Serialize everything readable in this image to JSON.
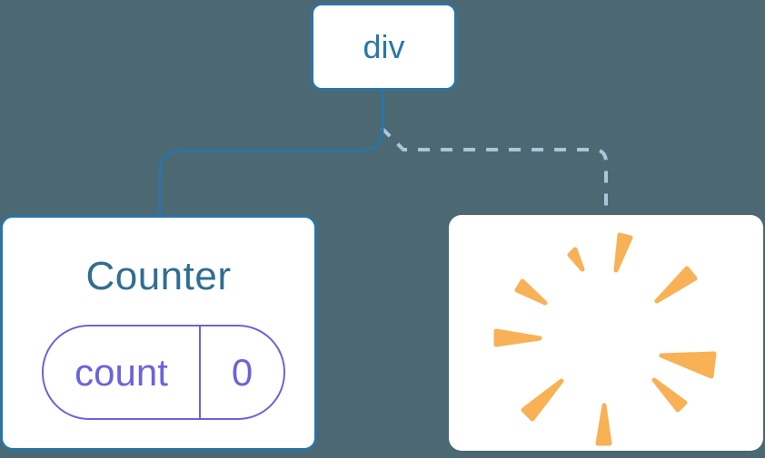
{
  "diagram": {
    "description": "Component tree: div root keeps Counter child (solid link) while second child is removed (dashed link to poof)",
    "root_label": "div",
    "counter": {
      "title": "Counter",
      "state_key": "count",
      "state_value": "0"
    },
    "removed": {
      "icon": "poof-burst-icon"
    }
  },
  "colors": {
    "background": "#4c6872",
    "node_fill": "#ffffff",
    "node_border_blue": "#2b74a6",
    "div_label_blue": "#2778ab",
    "counter_title_blue": "#306d93",
    "state_purple": "#6a63dd",
    "dashed_line_blue": "#a9c6dc",
    "poof_orange": "#f8b155"
  }
}
